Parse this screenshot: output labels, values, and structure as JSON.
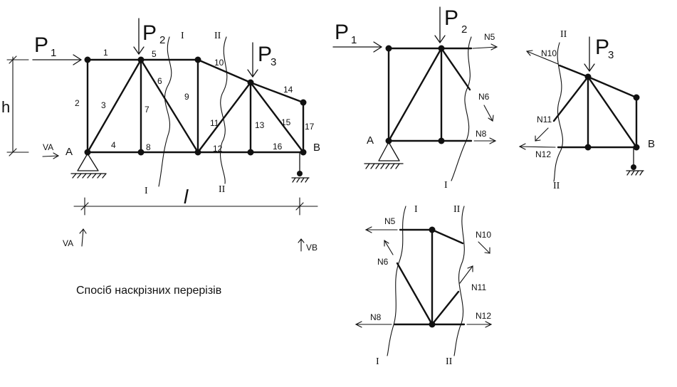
{
  "caption": "Спосіб наскрізних перерізів",
  "main_truss": {
    "support_left": "A",
    "support_right": "B",
    "dim_height": "h",
    "dim_span": "l",
    "loads": [
      {
        "name": "P",
        "index": "1"
      },
      {
        "name": "P",
        "index": "2"
      },
      {
        "name": "P",
        "index": "3"
      }
    ],
    "bar_numbers": [
      "1",
      "2",
      "3",
      "4",
      "5",
      "6",
      "7",
      "8",
      "9",
      "10",
      "11",
      "12",
      "13",
      "14",
      "15",
      "16",
      "17"
    ],
    "reaction_h": "VA",
    "reaction_left": "VA",
    "reaction_right": "VB",
    "sections": [
      "I",
      "I",
      "II",
      "II"
    ]
  },
  "left_part": {
    "support": "A",
    "loads": [
      {
        "name": "P",
        "index": "1"
      },
      {
        "name": "P",
        "index": "2"
      }
    ],
    "forces": [
      "N5",
      "N6",
      "N8"
    ],
    "section": "I"
  },
  "right_part": {
    "support": "B",
    "load": {
      "name": "P",
      "index": "3"
    },
    "forces": [
      "N10",
      "N11",
      "N12"
    ],
    "sections": [
      "II",
      "II"
    ]
  },
  "middle_part": {
    "forces": [
      "N5",
      "N6",
      "N8",
      "N10",
      "N11",
      "N12"
    ],
    "sections": [
      "I",
      "II",
      "I",
      "II"
    ]
  }
}
